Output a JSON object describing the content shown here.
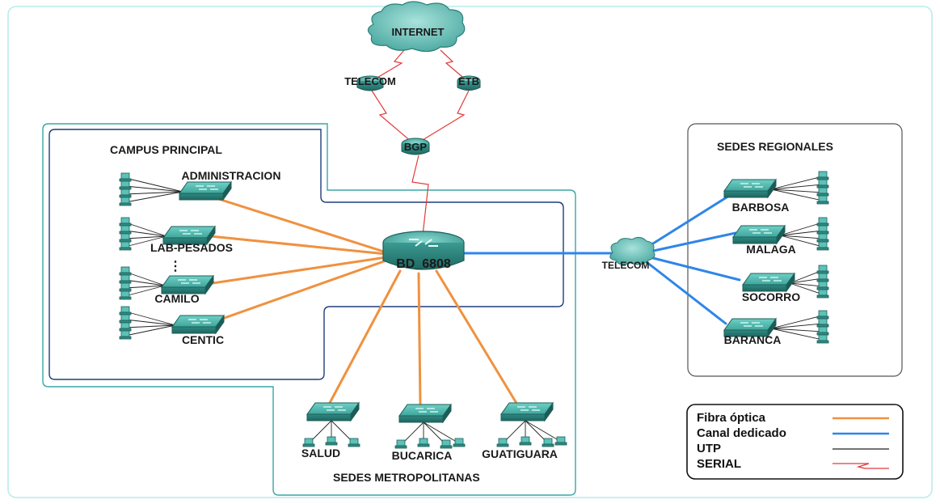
{
  "diagram": {
    "labels": {
      "internet": "INTERNET",
      "telecom_isp": "TELECOM",
      "etb": "ETB",
      "bgp": "BGP",
      "core": "BD_6808",
      "telecom_cloud": "TELECOM",
      "campus_principal": "CAMPUS PRINCIPAL",
      "sedes_regionales": "SEDES REGIONALES",
      "sedes_metropolitanas": "SEDES METROPOLITANAS",
      "ellipsis": "⋮"
    },
    "campus_switches": [
      "ADMINISTRACION",
      "LAB-PESADOS",
      "CAMILO",
      "CENTIC"
    ],
    "regional_switches": [
      "BARBOSA",
      "MALAGA",
      "SOCORRO",
      "BARANCA"
    ],
    "metro_switches": [
      "SALUD",
      "BUCARICA",
      "GUATIGUARA"
    ],
    "legend": [
      {
        "label": "Fibra óptica",
        "color": "#f0913f",
        "style": "solid"
      },
      {
        "label": "Canal dedicado",
        "color": "#2f86e8",
        "style": "solid"
      },
      {
        "label": "UTP",
        "color": "#222222",
        "style": "thin"
      },
      {
        "label": "SERIAL",
        "color": "#e23a3a",
        "style": "zigzag"
      }
    ],
    "colors": {
      "fiber": "#f0913f",
      "dedicated": "#2f86e8",
      "serial": "#e23a3a",
      "utp": "#222222",
      "device": "#3a9a94",
      "border": "#9fe0e0"
    }
  }
}
